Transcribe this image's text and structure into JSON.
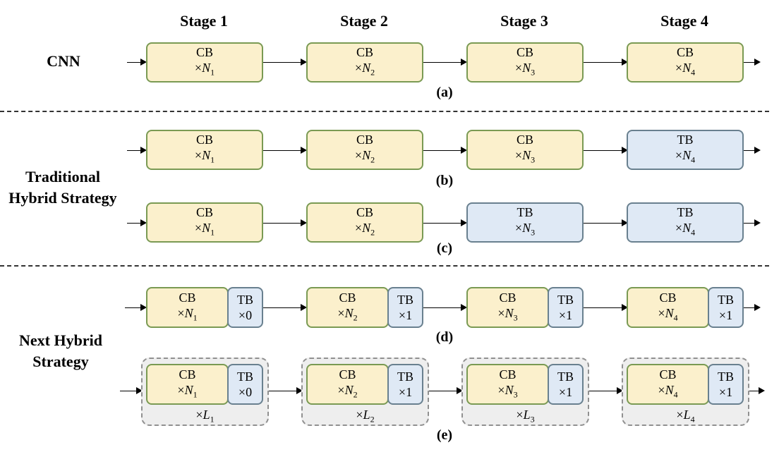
{
  "stages": [
    "Stage 1",
    "Stage 2",
    "Stage 3",
    "Stage 4"
  ],
  "labels": {
    "cnn": "CNN",
    "traditional_line1": "Traditional",
    "traditional_line2": "Hybrid Strategy",
    "next_line1": "Next Hybrid",
    "next_line2": "Strategy"
  },
  "captions": {
    "a": "(a)",
    "b": "(b)",
    "c": "(c)",
    "d": "(d)",
    "e": "(e)"
  },
  "block_names": {
    "cb": "CB",
    "tb": "TB"
  },
  "multipliers": {
    "prefix": "×",
    "n_symbol": "N",
    "l_symbol": "L",
    "subscripts": [
      "1",
      "2",
      "3",
      "4"
    ],
    "tb_counts": [
      "×0",
      "×1",
      "×1",
      "×1"
    ]
  },
  "rows": {
    "a": [
      "CB",
      "CB",
      "CB",
      "CB"
    ],
    "b": [
      "CB",
      "CB",
      "CB",
      "TB"
    ],
    "c": [
      "CB",
      "CB",
      "TB",
      "TB"
    ]
  },
  "colors": {
    "cb_fill": "#fbf0cc",
    "tb_fill": "#dfe9f5",
    "group_fill": "#eeeeee",
    "cb_border": "#7a9a53",
    "tb_border": "#69808f"
  }
}
